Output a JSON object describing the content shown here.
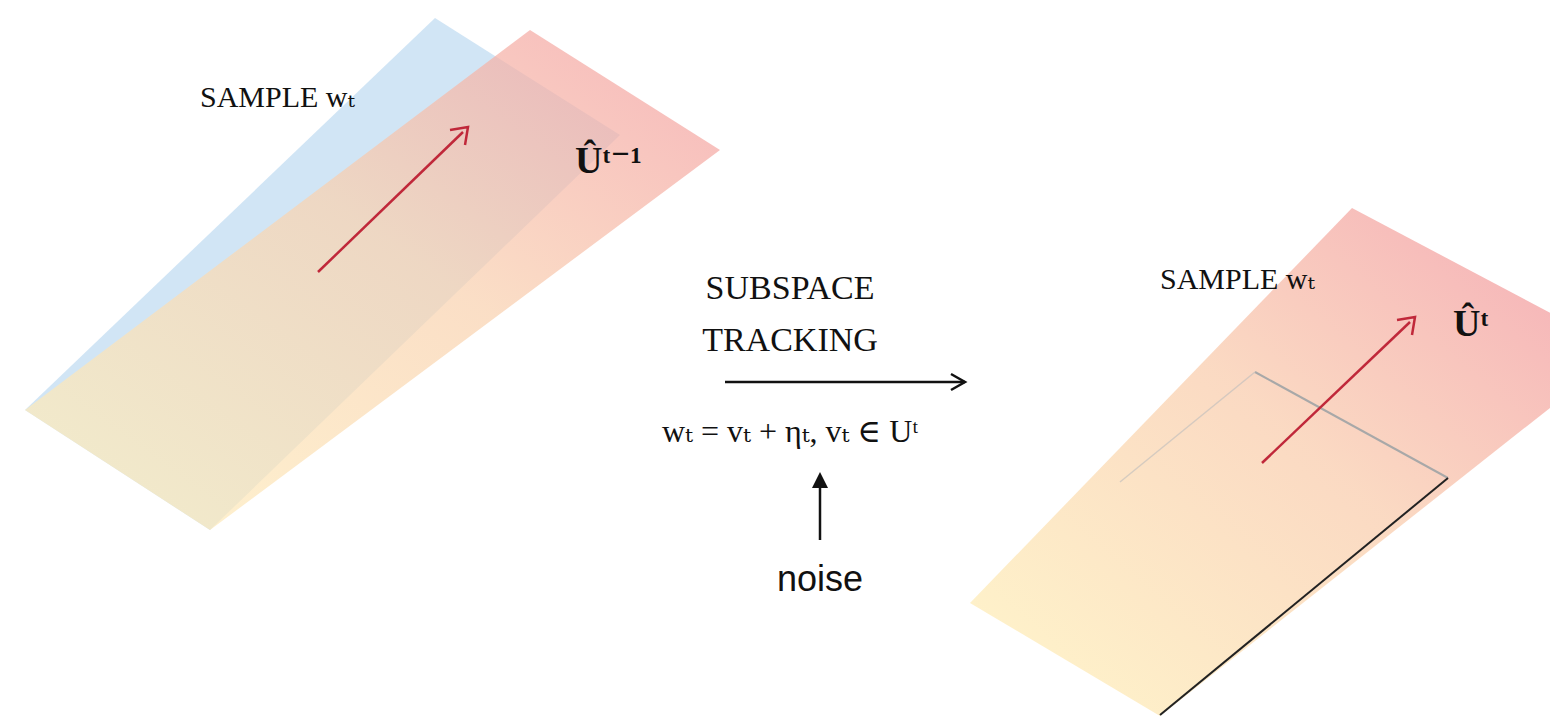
{
  "diagram": {
    "nodes": [
      {
        "text": [
          "SAMPLE wₜ",
          "Ûᵗ⁻¹"
        ]
      },
      {
        "text": [
          "SAMPLE wₜ",
          "Ûᵗ"
        ]
      }
    ],
    "edges": [
      {
        "from": 0,
        "to": 1,
        "arrow": "to",
        "label": "SUBSPACE TRACKING"
      }
    ],
    "labels": [
      "wₜ = vₜ + ηₜ, vₜ ∈ Uᵗ",
      "noise"
    ]
  }
}
